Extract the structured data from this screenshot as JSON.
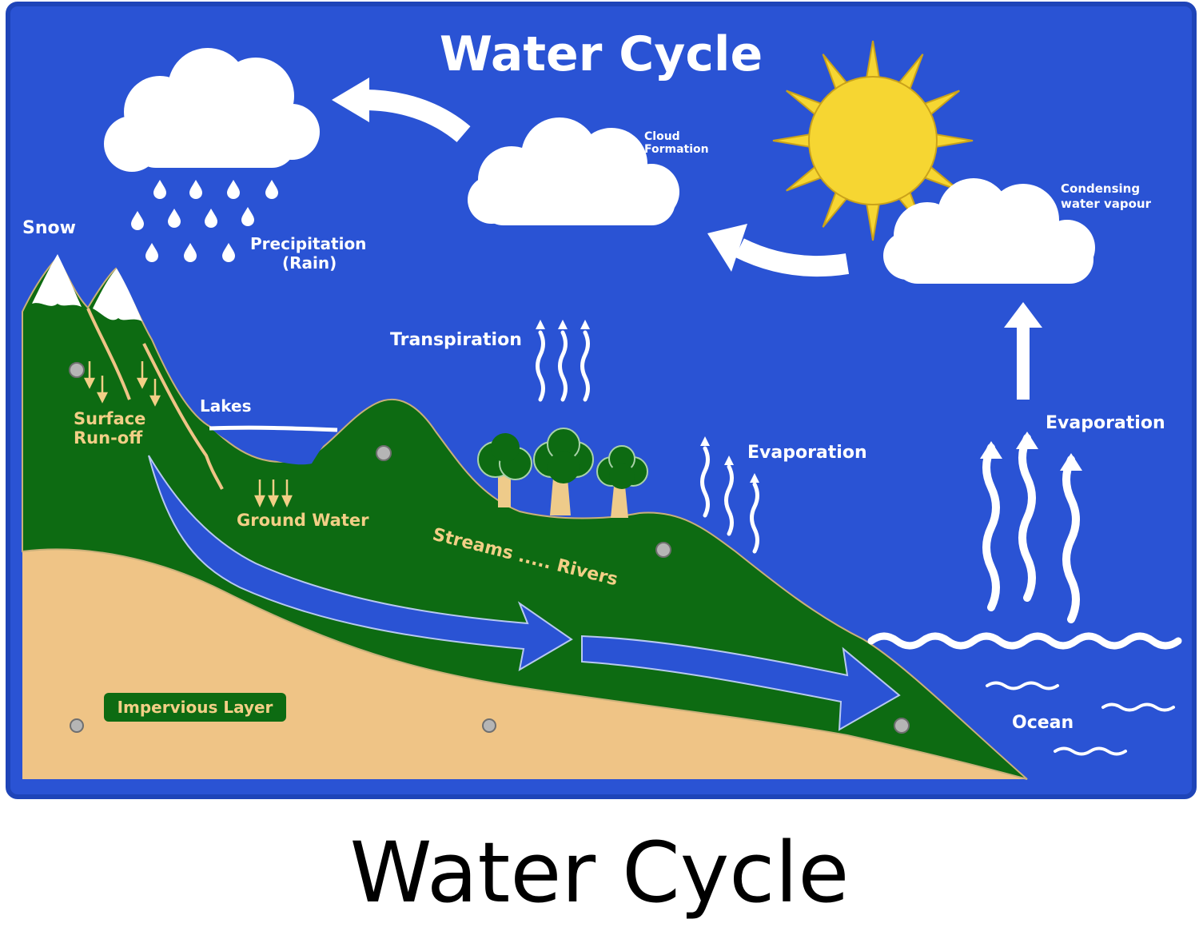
{
  "diagram": {
    "title": "Water Cycle",
    "labels": {
      "snow": "Snow",
      "precipitation_line1": "Precipitation",
      "precipitation_line2": "(Rain)",
      "cloud_formation_line1": "Cloud",
      "cloud_formation_line2": "Formation",
      "condensing_line1": "Condensing",
      "condensing_line2": "water vapour",
      "transpiration": "Transpiration",
      "lakes": "Lakes",
      "surface_runoff_line1": "Surface",
      "surface_runoff_line2": "Run-off",
      "ground_water": "Ground Water",
      "streams_rivers": "Streams ..... Rivers",
      "evaporation_land": "Evaporation",
      "evaporation_ocean": "Evaporation",
      "ocean": "Ocean",
      "impervious_layer": "Impervious Layer"
    }
  },
  "caption": "Water Cycle",
  "colors": {
    "sky": "#2a53d4",
    "border": "#1e44b8",
    "land": "#0d6b12",
    "soil": "#efc486",
    "sun": "#f6d632",
    "cloud": "#ffffff",
    "tan_text": "#f2cf86",
    "tree_trunk": "#eecb8a"
  }
}
